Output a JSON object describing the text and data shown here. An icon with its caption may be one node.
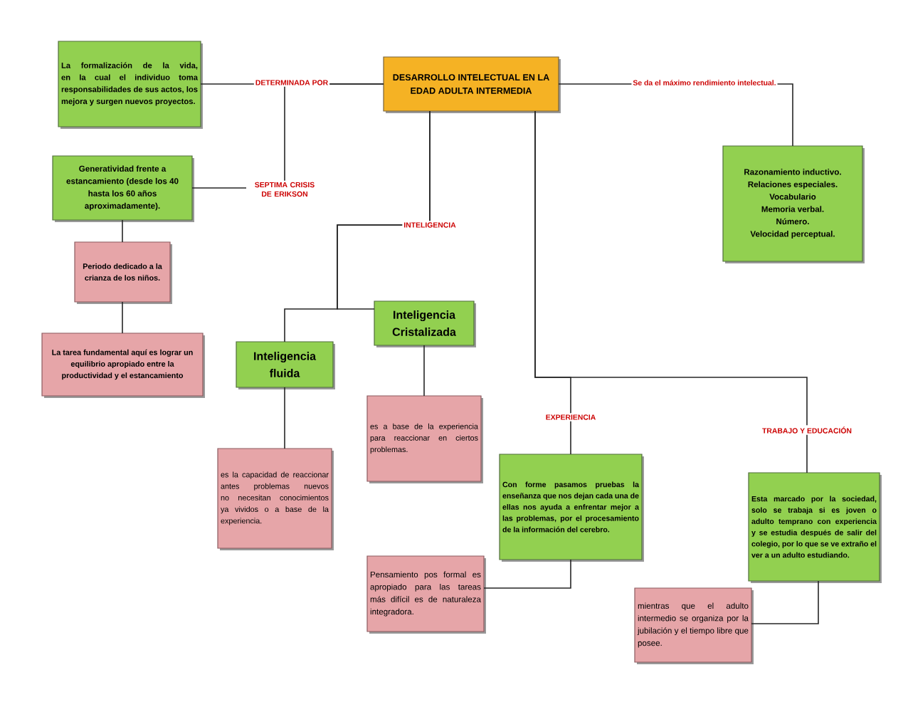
{
  "diagram": {
    "nodes": [
      {
        "text": [
          "DESARROLLO INTELECTUAL EN LA EDAD ADULTA INTERMEDIA"
        ]
      },
      {
        "text": [
          "La formalización de la vida, en la cual el individuo toma responsabilidades de sus actos, los mejora y surgen nuevos proyectos."
        ]
      },
      {
        "text": [
          "Generatividad frente a estancamiento (desde los 40 hasta los 60 años aproximadamente)."
        ]
      },
      {
        "text": [
          "Periodo dedicado a la crianza de los niños."
        ]
      },
      {
        "text": [
          "La tarea fundamental aquí es lograr un equilibrio apropiado entre la productividad y el estancamiento"
        ]
      },
      {
        "text": [
          "Razonamiento inductivo.",
          "Relaciones especiales.",
          "Vocabulario",
          "Memoria verbal.",
          "Número.",
          "Velocidad perceptual."
        ]
      },
      {
        "text": [
          "Inteligencia Cristalizada"
        ]
      },
      {
        "text": [
          "Inteligencia fluida"
        ]
      },
      {
        "text": [
          "es a base de la experiencia para reaccionar en ciertos problemas."
        ]
      },
      {
        "text": [
          "es la capacidad de reaccionar antes problemas nuevos no necesitan conocimientos ya vividos o a base de la experiencia."
        ]
      },
      {
        "text": [
          "Pensamiento pos formal es apropiado para las tareas más difícil es de naturaleza integradora."
        ]
      },
      {
        "text": [
          "Con forme pasamos pruebas la enseñanza que nos dejan cada una de ellas nos ayuda a enfrentar mejor a las problemas, por el procesamiento de la información del cerebro."
        ]
      },
      {
        "text": [
          "Esta marcado por la sociedad, solo se trabaja si es joven o adulto temprano con experiencia y se estudia después de salir del colegio, por lo que se ve extraño el ver a un adulto estudiando."
        ]
      },
      {
        "text": [
          "mientras que el adulto intermedio se organiza por la jubilación y el tiempo libre que posee."
        ]
      }
    ],
    "edges": [
      {
        "from": 0,
        "to": 1,
        "arrow": "none",
        "label": "DETERMINADA POR"
      },
      {
        "from": 0,
        "to": 2,
        "arrow": "none",
        "label": "SEPTIMA CRISIS DE ERIKSON"
      },
      {
        "from": 2,
        "to": 3,
        "arrow": "none"
      },
      {
        "from": 3,
        "to": 4,
        "arrow": "none"
      },
      {
        "from": 0,
        "to": 5,
        "arrow": "none",
        "label": "Se da el máximo rendimiento intelectual."
      },
      {
        "from": 0,
        "to": 6,
        "arrow": "none",
        "label": "INTELIGENCIA"
      },
      {
        "from": 0,
        "to": 7,
        "arrow": "none"
      },
      {
        "from": 6,
        "to": 8,
        "arrow": "none"
      },
      {
        "from": 7,
        "to": 9,
        "arrow": "none"
      },
      {
        "from": 0,
        "to": 11,
        "arrow": "none",
        "label": "EXPERIENCIA"
      },
      {
        "from": 0,
        "to": 12,
        "arrow": "none",
        "label": "TRABAJO Y EDUCACIÓN"
      },
      {
        "from": 11,
        "to": 10,
        "arrow": "none"
      },
      {
        "from": 12,
        "to": 13,
        "arrow": "none"
      }
    ]
  }
}
